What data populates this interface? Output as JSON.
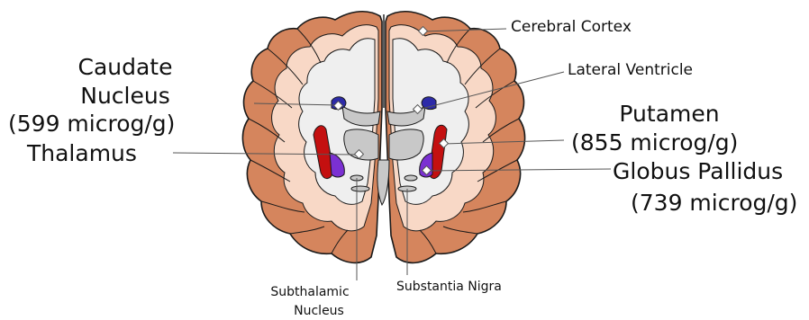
{
  "colors": {
    "cortex_dark": "#d5855d",
    "cortex_light": "#f8d8c6",
    "white_matter": "#efefef",
    "deep_gray": "#c8c8c8",
    "outline": "#1a1a1a",
    "putamen": "#c41010",
    "globus_pallidus": "#7b30d2",
    "caudate": "#2d2ba8"
  },
  "labels": {
    "cerebral_cortex": "Cerebral Cortex",
    "lateral_ventricle": "Lateral Ventricle",
    "caudate_line1": "Caudate",
    "caudate_line2": "Nucleus",
    "caudate_line3": "(599 microg/g)",
    "thalamus": "Thalamus",
    "putamen_line1": "Putamen",
    "putamen_line2": "(855 microg/g)",
    "globus_line1": "Globus Pallidus",
    "globus_line2": "(739 microg/g)",
    "subthalamic_line1": "Subthalamic",
    "subthalamic_line2": "Nucleus",
    "substantia_nigra": "Substantia Nigra"
  }
}
